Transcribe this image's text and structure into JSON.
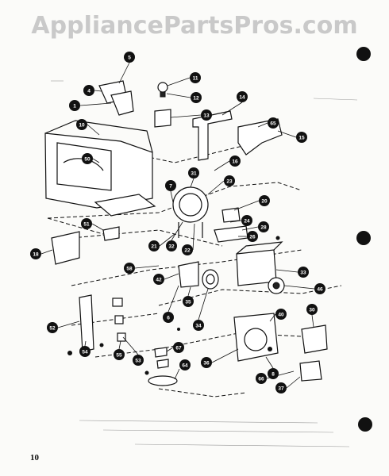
{
  "watermark": "AppliancePartsPros.com",
  "page_number": "10",
  "colors": {
    "ink": "#111111",
    "paper": "#fbfbf9",
    "watermark": "#c9c9c9"
  },
  "callouts": [
    {
      "id": "callout-5",
      "label": "5"
    },
    {
      "id": "callout-4",
      "label": "4"
    },
    {
      "id": "callout-1",
      "label": "1"
    },
    {
      "id": "callout-11",
      "label": "11"
    },
    {
      "id": "callout-12",
      "label": "12"
    },
    {
      "id": "callout-13",
      "label": "13"
    },
    {
      "id": "callout-14",
      "label": "14"
    },
    {
      "id": "callout-15",
      "label": "15"
    },
    {
      "id": "callout-65",
      "label": "65"
    },
    {
      "id": "callout-10",
      "label": "10"
    },
    {
      "id": "callout-50",
      "label": "50"
    },
    {
      "id": "callout-31",
      "label": "31"
    },
    {
      "id": "callout-16",
      "label": "16"
    },
    {
      "id": "callout-23",
      "label": "23"
    },
    {
      "id": "callout-7",
      "label": "7"
    },
    {
      "id": "callout-20",
      "label": "20"
    },
    {
      "id": "callout-24",
      "label": "24"
    },
    {
      "id": "callout-28",
      "label": "28"
    },
    {
      "id": "callout-26",
      "label": "26"
    },
    {
      "id": "callout-21",
      "label": "21"
    },
    {
      "id": "callout-32",
      "label": "32"
    },
    {
      "id": "callout-22",
      "label": "22"
    },
    {
      "id": "callout-51",
      "label": "51"
    },
    {
      "id": "callout-18",
      "label": "18"
    },
    {
      "id": "callout-58",
      "label": "58"
    },
    {
      "id": "callout-42",
      "label": "42"
    },
    {
      "id": "callout-33",
      "label": "33"
    },
    {
      "id": "callout-46",
      "label": "46"
    },
    {
      "id": "callout-35",
      "label": "35"
    },
    {
      "id": "callout-6",
      "label": "6"
    },
    {
      "id": "callout-34",
      "label": "34"
    },
    {
      "id": "callout-52",
      "label": "52"
    },
    {
      "id": "callout-54",
      "label": "54"
    },
    {
      "id": "callout-55",
      "label": "55"
    },
    {
      "id": "callout-53",
      "label": "53"
    },
    {
      "id": "callout-67",
      "label": "67"
    },
    {
      "id": "callout-64",
      "label": "64"
    },
    {
      "id": "callout-36",
      "label": "36"
    },
    {
      "id": "callout-40",
      "label": "40"
    },
    {
      "id": "callout-30",
      "label": "30"
    },
    {
      "id": "callout-8",
      "label": "8"
    },
    {
      "id": "callout-66",
      "label": "66"
    },
    {
      "id": "callout-37",
      "label": "37"
    }
  ]
}
